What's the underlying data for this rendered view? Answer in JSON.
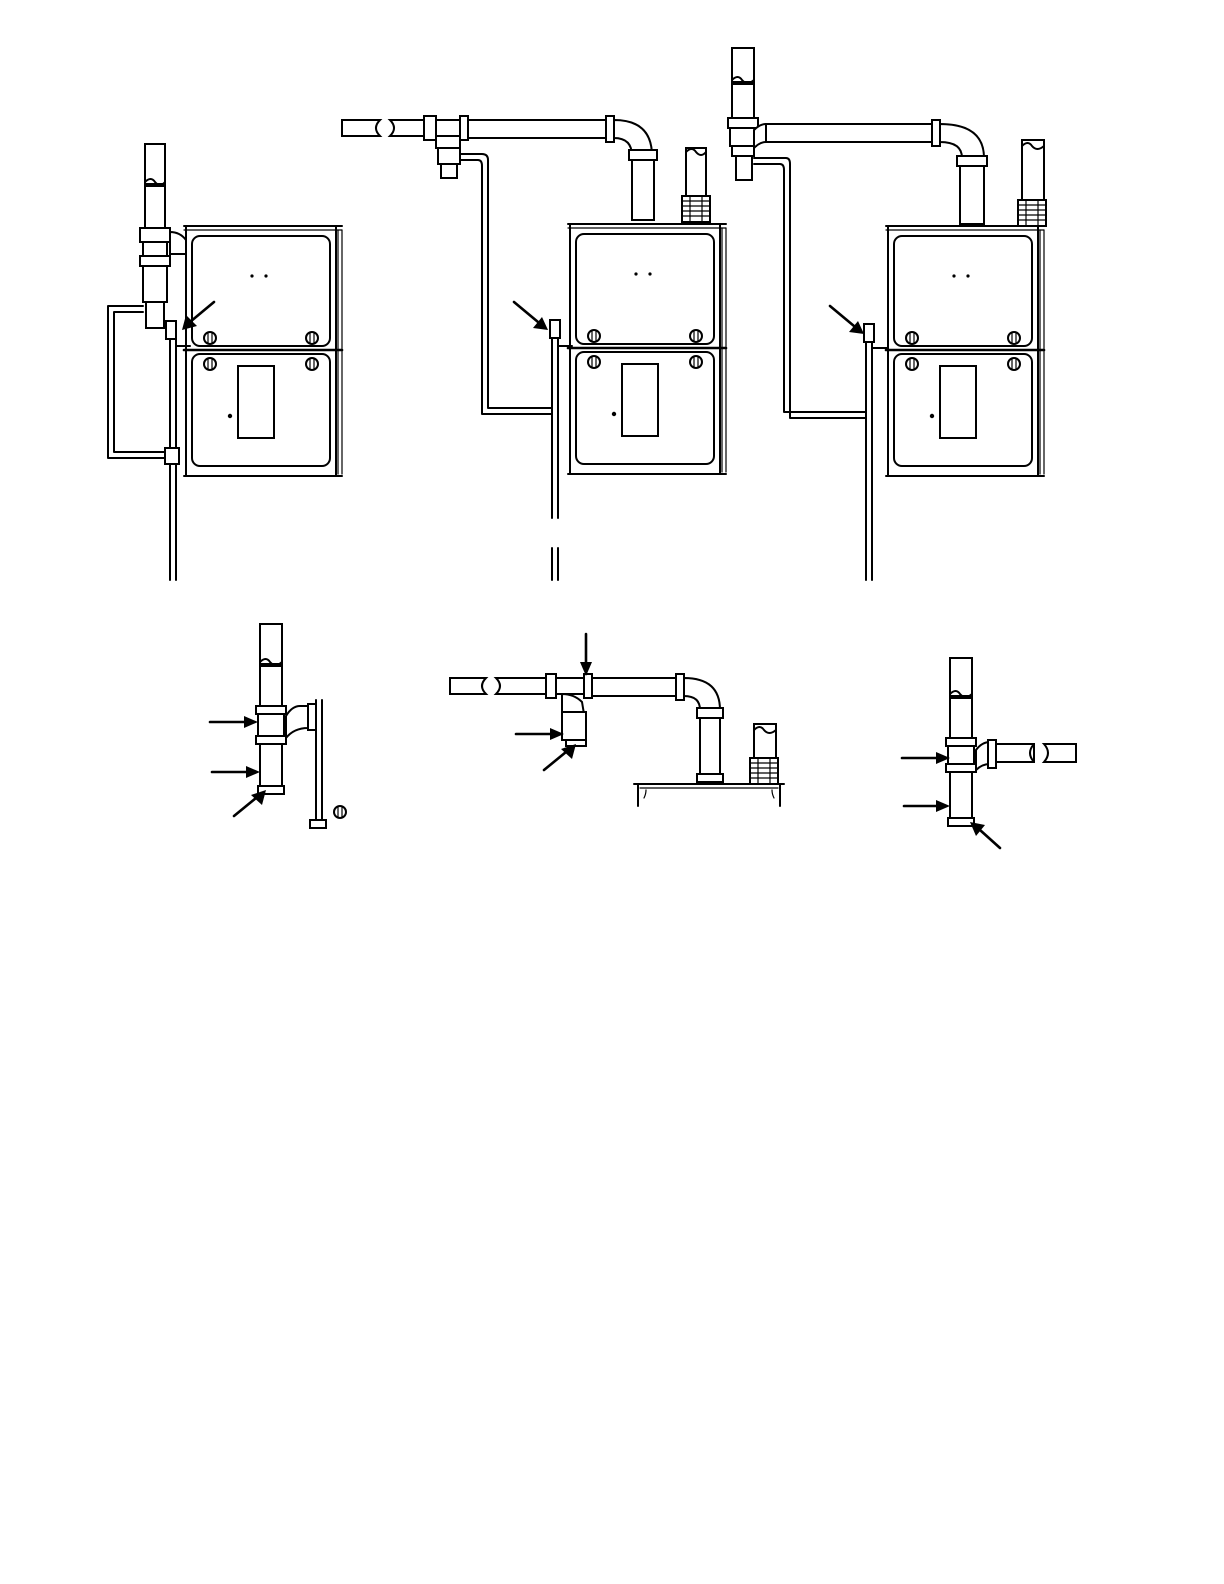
{
  "page": {
    "background": "#ffffff",
    "line_color": "#000000"
  },
  "views": [
    {
      "id": "furnace-view-left",
      "kind": "furnace-installation",
      "arrow_callouts": 1
    },
    {
      "id": "furnace-view-center",
      "kind": "furnace-installation",
      "arrow_callouts": 1
    },
    {
      "id": "furnace-view-right",
      "kind": "furnace-installation",
      "arrow_callouts": 1
    },
    {
      "id": "detail-left",
      "kind": "vent-tee-detail",
      "arrow_callouts": 3
    },
    {
      "id": "detail-center",
      "kind": "vent-tee-detail",
      "arrow_callouts": 3
    },
    {
      "id": "detail-right",
      "kind": "vent-tee-detail",
      "arrow_callouts": 3
    }
  ],
  "icons": [
    "arrow-icon",
    "door-screw-icon",
    "vent-termination-icon"
  ]
}
